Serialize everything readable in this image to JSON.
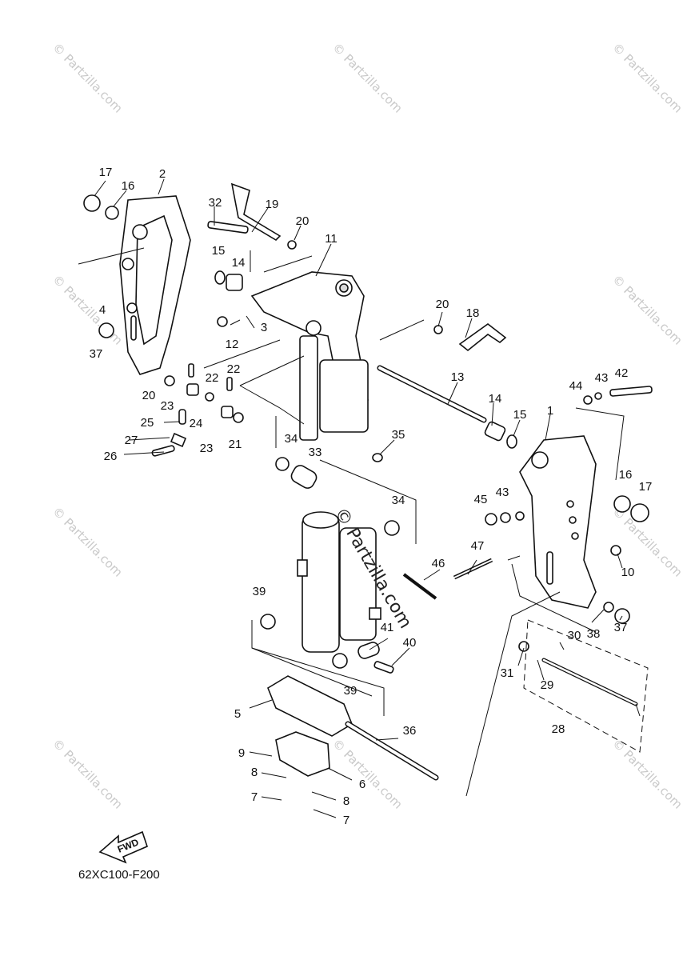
{
  "diagram_code": "62XC100-F200",
  "fwd_label": "FWD",
  "watermark_text": "© Partzilla.com",
  "center_watermark": "© Partzilla.com",
  "callouts": [
    "1",
    "2",
    "3",
    "4",
    "5",
    "6",
    "7",
    "7",
    "8",
    "8",
    "9",
    "10",
    "11",
    "12",
    "13",
    "14",
    "14",
    "15",
    "15",
    "16",
    "16",
    "17",
    "17",
    "18",
    "19",
    "20",
    "20",
    "20",
    "21",
    "22",
    "22",
    "23",
    "23",
    "24",
    "25",
    "26",
    "27",
    "28",
    "29",
    "30",
    "31",
    "32",
    "33",
    "34",
    "34",
    "35",
    "36",
    "37",
    "37",
    "38",
    "39",
    "39",
    "40",
    "41",
    "42",
    "43",
    "43",
    "44",
    "45",
    "46",
    "47"
  ]
}
